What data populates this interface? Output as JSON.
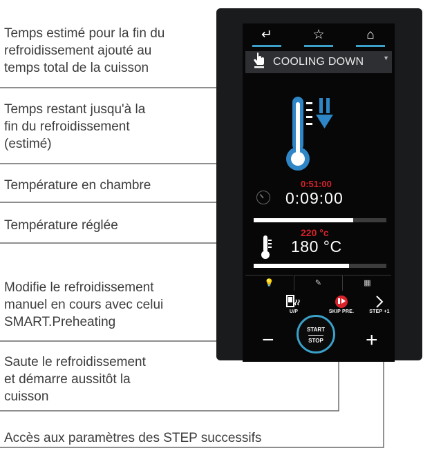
{
  "callouts": [
    {
      "lines": [
        "Temps estimé pour la fin du",
        "refroidissement ajouté au",
        "temps total de la cuisson"
      ]
    },
    {
      "lines": [
        "Temps restant jusqu'à la",
        "fin du refroidissement",
        "(estimé)"
      ]
    },
    {
      "lines": [
        "Température en chambre"
      ]
    },
    {
      "lines": [
        "Température réglée"
      ]
    },
    {
      "lines": [
        "Modifie le refroidissement",
        "manuel en cours avec celui",
        "SMART.Preheating"
      ]
    },
    {
      "lines": [
        "Saute le refroidissement",
        "et démarre aussitôt la",
        "cuisson"
      ]
    },
    {
      "lines": [
        "Accès aux paramètres des STEP successifs"
      ]
    }
  ],
  "device": {
    "nav": {
      "back_icon": "↵",
      "favorite_icon": "☆",
      "home_icon": "⌂"
    },
    "header": {
      "icon": "hand-pointer-icon",
      "title": "COOLING DOWN"
    },
    "colors": {
      "accent": "#3ba1c9",
      "alert": "#d9222a",
      "thermo_blue": "#2f86c6"
    },
    "estimated_total_time": "0:51:00",
    "remaining_time": "0:09:00",
    "time_progress": 0.75,
    "chamber_temp": "220 °c",
    "set_temp": "180 °C",
    "temp_progress": 0.72,
    "actions": [
      {
        "label": "U/P",
        "icon": "preheat-icon"
      },
      {
        "label": "SKIP PRE.",
        "icon": "skip-preheat-icon"
      },
      {
        "label": "STEP +1",
        "icon": "chevron-right-icon"
      }
    ],
    "start_label": "START",
    "stop_label": "STOP",
    "minus_label": "−",
    "plus_label": "+"
  }
}
